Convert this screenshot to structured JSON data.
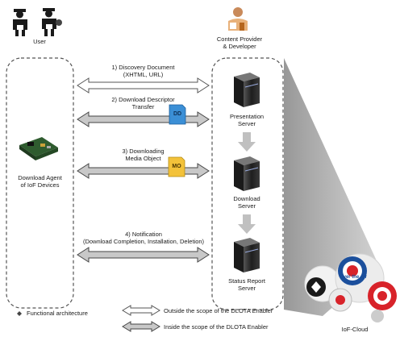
{
  "actors": {
    "user": "User",
    "provider_line1": "Content Provider",
    "provider_line2": "& Developer",
    "agent_line1": "Download Agent",
    "agent_line2": "of IoF Devices"
  },
  "messages": [
    {
      "line1": "1) Discovery Document",
      "line2": "(XHTML, URL)"
    },
    {
      "line1": "2) Download Descriptor",
      "line2": "Transfer"
    },
    {
      "line1": "3) Downloading",
      "line2": "Media Object"
    },
    {
      "line1": "4) Notification",
      "line2": "(Download Completion, Installation, Deletion)"
    }
  ],
  "tags": {
    "dd": "DD",
    "mo": "MO"
  },
  "servers": [
    {
      "line1": "Presentation",
      "line2": "Server"
    },
    {
      "line1": "Download",
      "line2": "Server"
    },
    {
      "line1": "Status Report",
      "line2": "Server"
    }
  ],
  "legend": {
    "functional": "Functional architecture",
    "outside": "Outside the scope of the DLOTA Enabler",
    "inside": "Inside the scope of the DLOTA Enabler"
  },
  "cloud": {
    "ota_label": "Over the Air",
    "name": "IoF-Cloud"
  },
  "colors": {
    "dd_tag": "#3b8fd6",
    "mo_tag": "#f3c23a",
    "server": "#2c2c2c",
    "cloud_red": "#d8232a",
    "cloud_blue": "#1b4f9c"
  }
}
